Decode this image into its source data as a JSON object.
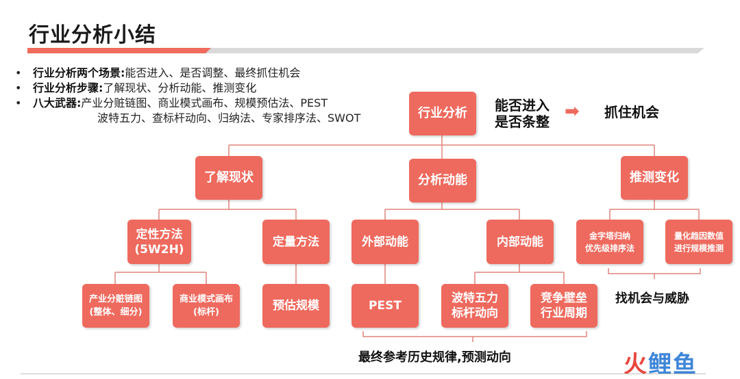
{
  "header": {
    "title": "行业分析小结"
  },
  "bullets": [
    {
      "label": "行业分析两个场景:",
      "text": "能否进入、是否调整、最终抓住机会"
    },
    {
      "label": "行业分析步骤:",
      "text": "了解现状、分析动能、推测变化"
    },
    {
      "label": "八大武器:",
      "text": "产业分赃链图、商业模式画布、规模预估法、PEST",
      "continuation": "波特五力、查标杆动向、归纳法、专家排序法、SWOT"
    }
  ],
  "root": {
    "label": "行业分析",
    "side_text": [
      "能否进入",
      "是否条整"
    ],
    "arrow": "➡",
    "side_result": "抓住机会"
  },
  "branches": {
    "current": {
      "label": "了解现状",
      "qualitative": {
        "line1": "定性方法",
        "line2": "(5W2H)"
      },
      "quantitative": "定量方法",
      "chain": {
        "line1": "产业分赃链图",
        "line2": "(整体、细分)"
      },
      "canvas": {
        "line1": "商业模式画布",
        "line2": "(标杆)"
      },
      "estimate": "预估规模"
    },
    "momentum": {
      "label": "分析动能",
      "external": "外部动能",
      "internal": "内部动能",
      "pest": "PEST",
      "porter": {
        "line1": "波特五力",
        "line2": "标杆动向"
      },
      "barrier": {
        "line1": "竞争壁垒",
        "line2": "行业周期"
      }
    },
    "forecast": {
      "label": "推测变化",
      "pyramid": {
        "line1": "金字塔归纳",
        "line2": "优先级排序法"
      },
      "quantify": {
        "line1": "量化趋因数值",
        "line2": "进行规模推测"
      }
    }
  },
  "notes": {
    "threats": "找机会与威胁",
    "history": "最终参考历史规律,预测动向"
  },
  "logo": {
    "part1": "火",
    "part2": "鲤鱼"
  },
  "colors": {
    "box": "#ee6a5e",
    "accent": "#ef6b5d",
    "line": "#e0837a"
  }
}
